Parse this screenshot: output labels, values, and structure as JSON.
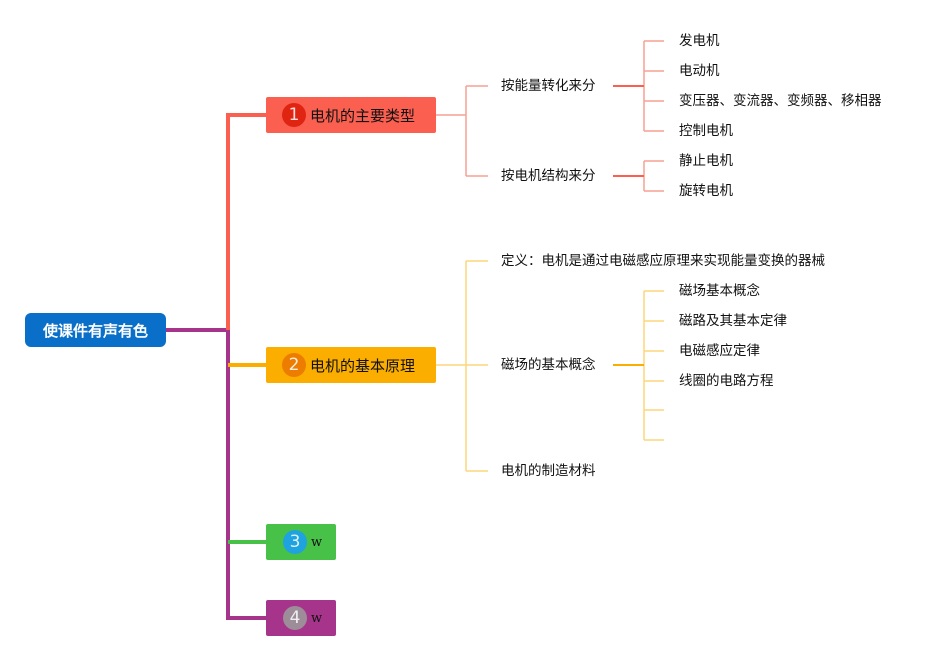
{
  "root": {
    "label": "使课件有声有色"
  },
  "colors": {
    "root": "#0a6fc9",
    "b1": "#fa5f4f",
    "b2": "#fbae00",
    "b3": "#47c147",
    "b4": "#a5348a"
  },
  "branches": [
    {
      "num": "1",
      "label": "电机的主要类型",
      "children": [
        {
          "label": "按能量转化来分",
          "children": [
            "发电机",
            "电动机",
            "变压器、变流器、变频器、移相器",
            "控制电机"
          ]
        },
        {
          "label": "按电机结构来分",
          "children": [
            "静止电机",
            "旋转电机"
          ]
        }
      ]
    },
    {
      "num": "2",
      "label": "电机的基本原理",
      "children": [
        {
          "label": "定义：电机是通过电磁感应原理来实现能量变换的器械"
        },
        {
          "label": "磁场的基本概念",
          "children": [
            "磁场基本概念",
            "磁路及其基本定律",
            "电磁感应定律",
            "线圈的电路方程",
            "",
            ""
          ]
        },
        {
          "label": "电机的制造材料"
        }
      ]
    },
    {
      "num": "3",
      "label": "w"
    },
    {
      "num": "4",
      "label": "w"
    }
  ]
}
